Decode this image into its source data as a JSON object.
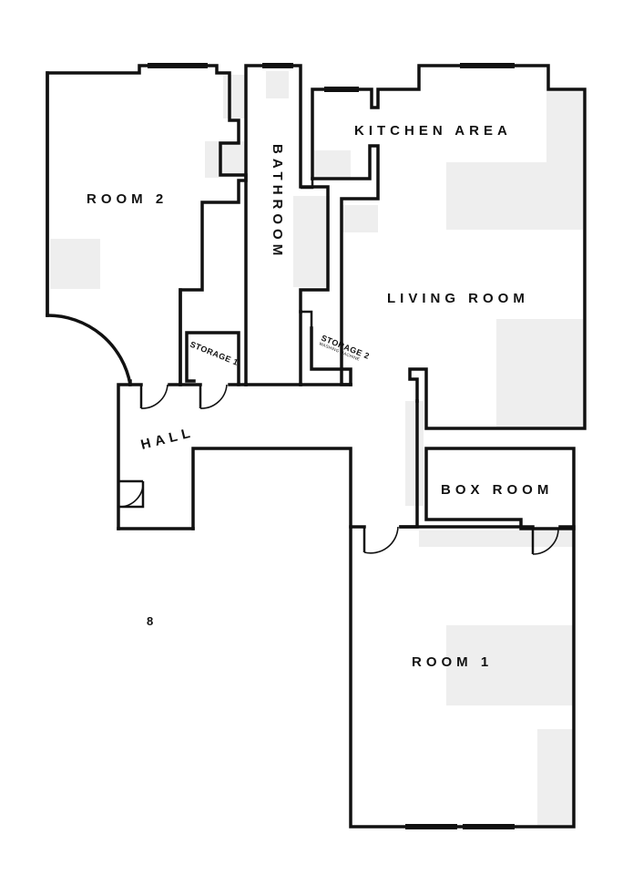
{
  "floorplan": {
    "rooms": {
      "room2": "ROOM 2",
      "bathroom": "BATHROOM",
      "kitchen": "KITCHEN AREA",
      "living": "LIVING ROOM",
      "storage1": "STORAGE 1",
      "storage2": "STORAGE 2",
      "storage2_sub": "WASHING MACHINE",
      "hall": "HALL",
      "box_room": "BOX ROOM",
      "room1": "ROOM 1"
    },
    "number": "8"
  }
}
